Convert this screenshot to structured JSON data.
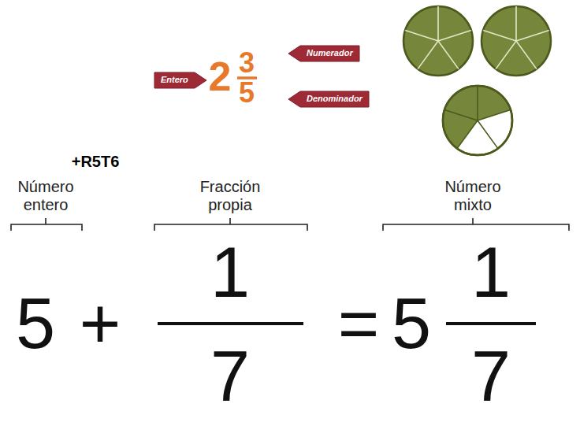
{
  "diagram": {
    "nodes": [
      {
        "text": [
          "Entero"
        ]
      },
      {
        "text": [
          "Numerador"
        ]
      },
      {
        "text": [
          "Denominador"
        ]
      }
    ],
    "labels": [
      "2",
      "3",
      "5",
      "+R5T6",
      "Número entero",
      "Fracción propia",
      "Número mixto",
      "5",
      "+",
      "1",
      "7",
      "=",
      "5",
      "1",
      "7"
    ]
  }
}
